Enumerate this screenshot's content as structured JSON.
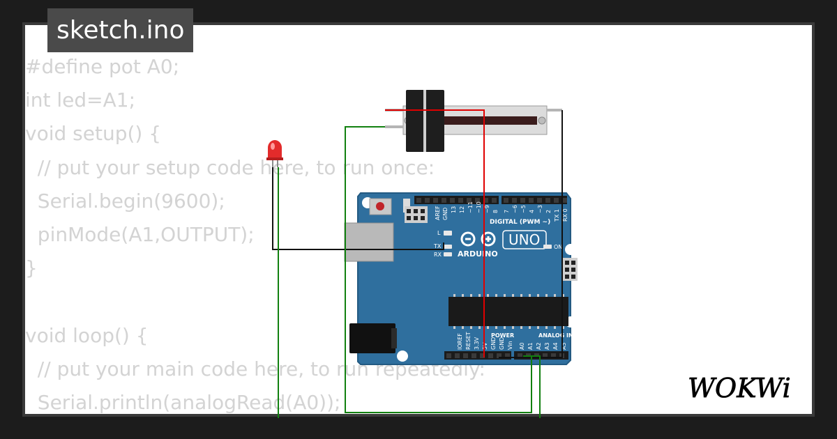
{
  "file_tab": {
    "title": "sketch.ino"
  },
  "code_lines": [
    "#define pot A0;",
    "int led=A1;",
    "void setup() {",
    "  // put your setup code here, to run once:",
    "  Serial.begin(9600);",
    "  pinMode(A1,OUTPUT);",
    "}",
    "",
    "void loop() {",
    "  // put your main code here, to run repeatedly:",
    "  Serial.println(analogRead(A0));"
  ],
  "board": {
    "brand": "ARDUINO",
    "model": "UNO",
    "digital_label": "DIGITAL (PWM ~)",
    "power_label": "POWER",
    "analog_label": "ANALOG IN",
    "led_l": "L",
    "led_tx": "TX",
    "led_rx": "RX",
    "led_on": "ON",
    "pin_aref": "AREF",
    "pin_gnd_top": "GND",
    "digital_pins": [
      "13",
      "12",
      "~11",
      "~10",
      "~9",
      "8",
      "7",
      "~6",
      "~5",
      "4",
      "~3",
      "2",
      "TX 1",
      "RX 0"
    ],
    "power_pins": [
      "IOREF",
      "RESET",
      "3.3V",
      "5V",
      "GND",
      "GND",
      "Vin"
    ],
    "analog_pins": [
      "A0",
      "A1",
      "A2",
      "A3",
      "A4",
      "A5"
    ]
  },
  "components": {
    "led_color": "#e32b2b",
    "pot_knob": "#1e1e1e"
  },
  "wire_colors": {
    "power": "#e00000",
    "ground": "#111111",
    "signal": "#11800f"
  },
  "logo": {
    "text": "WOKWi"
  }
}
